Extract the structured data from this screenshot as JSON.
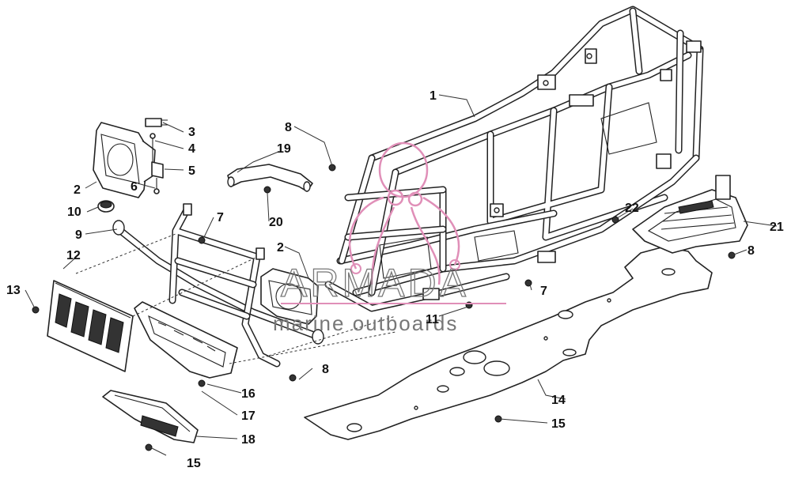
{
  "callouts": [
    {
      "id": "1",
      "label": "1"
    },
    {
      "id": "2a",
      "label": "2"
    },
    {
      "id": "2b",
      "label": "2"
    },
    {
      "id": "3",
      "label": "3"
    },
    {
      "id": "4",
      "label": "4"
    },
    {
      "id": "5",
      "label": "5"
    },
    {
      "id": "6",
      "label": "6"
    },
    {
      "id": "7a",
      "label": "7"
    },
    {
      "id": "7b",
      "label": "7"
    },
    {
      "id": "8a",
      "label": "8"
    },
    {
      "id": "8b",
      "label": "8"
    },
    {
      "id": "8c",
      "label": "8"
    },
    {
      "id": "9",
      "label": "9"
    },
    {
      "id": "10",
      "label": "10"
    },
    {
      "id": "11",
      "label": "11"
    },
    {
      "id": "12",
      "label": "12"
    },
    {
      "id": "13",
      "label": "13"
    },
    {
      "id": "14",
      "label": "14"
    },
    {
      "id": "15a",
      "label": "15"
    },
    {
      "id": "15b",
      "label": "15"
    },
    {
      "id": "16",
      "label": "16"
    },
    {
      "id": "17",
      "label": "17"
    },
    {
      "id": "18",
      "label": "18"
    },
    {
      "id": "19",
      "label": "19"
    },
    {
      "id": "20",
      "label": "20"
    },
    {
      "id": "21",
      "label": "21"
    },
    {
      "id": "22",
      "label": "22"
    }
  ],
  "watermark": {
    "brand": "ARMADA",
    "tagline": "marine outboards",
    "accent_color": "#e08fb8"
  },
  "colors": {
    "line": "#222222",
    "background": "#ffffff"
  }
}
